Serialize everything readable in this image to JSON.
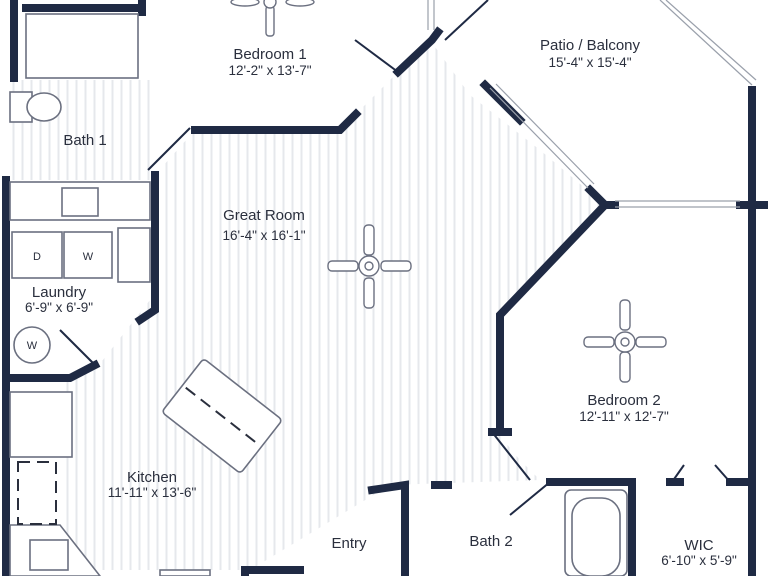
{
  "rooms": {
    "bedroom1": {
      "label": "Bedroom 1",
      "dim": "12'-2\" x 13'-7\""
    },
    "patio": {
      "label": "Patio / Balcony",
      "dim": "15'-4\" x 15'-4\""
    },
    "bath1": {
      "label": "Bath 1"
    },
    "great_room": {
      "label": "Great Room",
      "dim": "16'-4\" x 16'-1\""
    },
    "laundry": {
      "label": "Laundry",
      "dim": "6'-9\" x 6'-9\""
    },
    "bedroom2": {
      "label": "Bedroom 2",
      "dim": "12'-11\" x 12'-7\""
    },
    "kitchen": {
      "label": "Kitchen",
      "dim": "11'-11\" x 13'-6\""
    },
    "entry": {
      "label": "Entry"
    },
    "bath2": {
      "label": "Bath 2"
    },
    "wic": {
      "label": "WIC",
      "dim": "6'-10\" x 5'-9\""
    }
  },
  "fixtures": {
    "dryer": "D",
    "washer": "W",
    "water_heater": "W"
  },
  "colors": {
    "wall": "#1f2a44",
    "floor_stripe": "#e9ebef",
    "text": "#2a2f3d"
  }
}
